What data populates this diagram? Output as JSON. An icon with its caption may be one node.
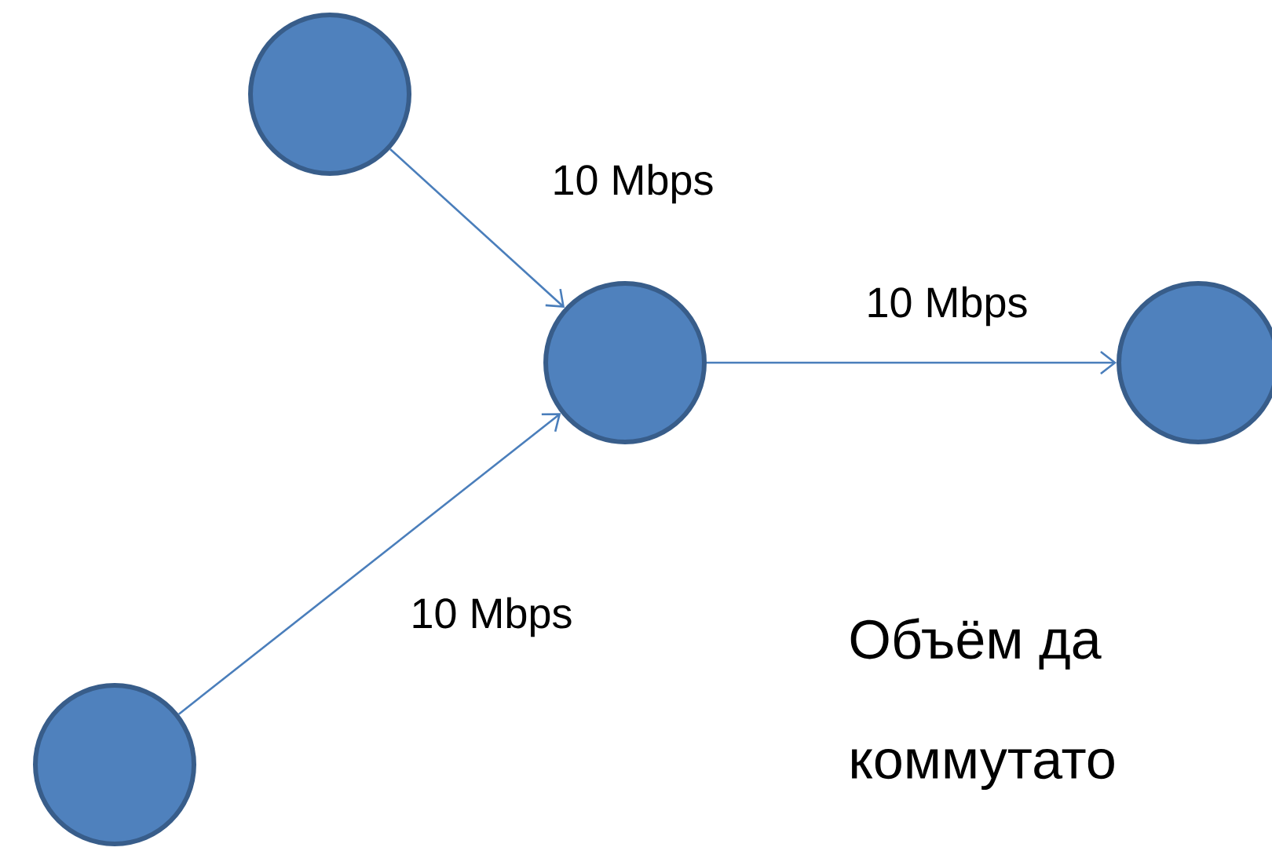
{
  "diagram": {
    "nodes": [
      {
        "text": [],
        "shape": "circle"
      },
      {
        "text": [],
        "shape": "circle"
      },
      {
        "text": [],
        "shape": "circle"
      },
      {
        "text": [],
        "shape": "circle"
      }
    ],
    "edges": [
      {
        "from": 0,
        "to": 2,
        "arrow": "to",
        "label": "10 Mbps"
      },
      {
        "from": 3,
        "to": 2,
        "arrow": "to",
        "label": "10 Mbps"
      },
      {
        "from": 2,
        "to": 1,
        "arrow": "to",
        "label": "10 Mbps"
      }
    ],
    "labels": [
      "Объём да",
      "коммутато"
    ]
  }
}
